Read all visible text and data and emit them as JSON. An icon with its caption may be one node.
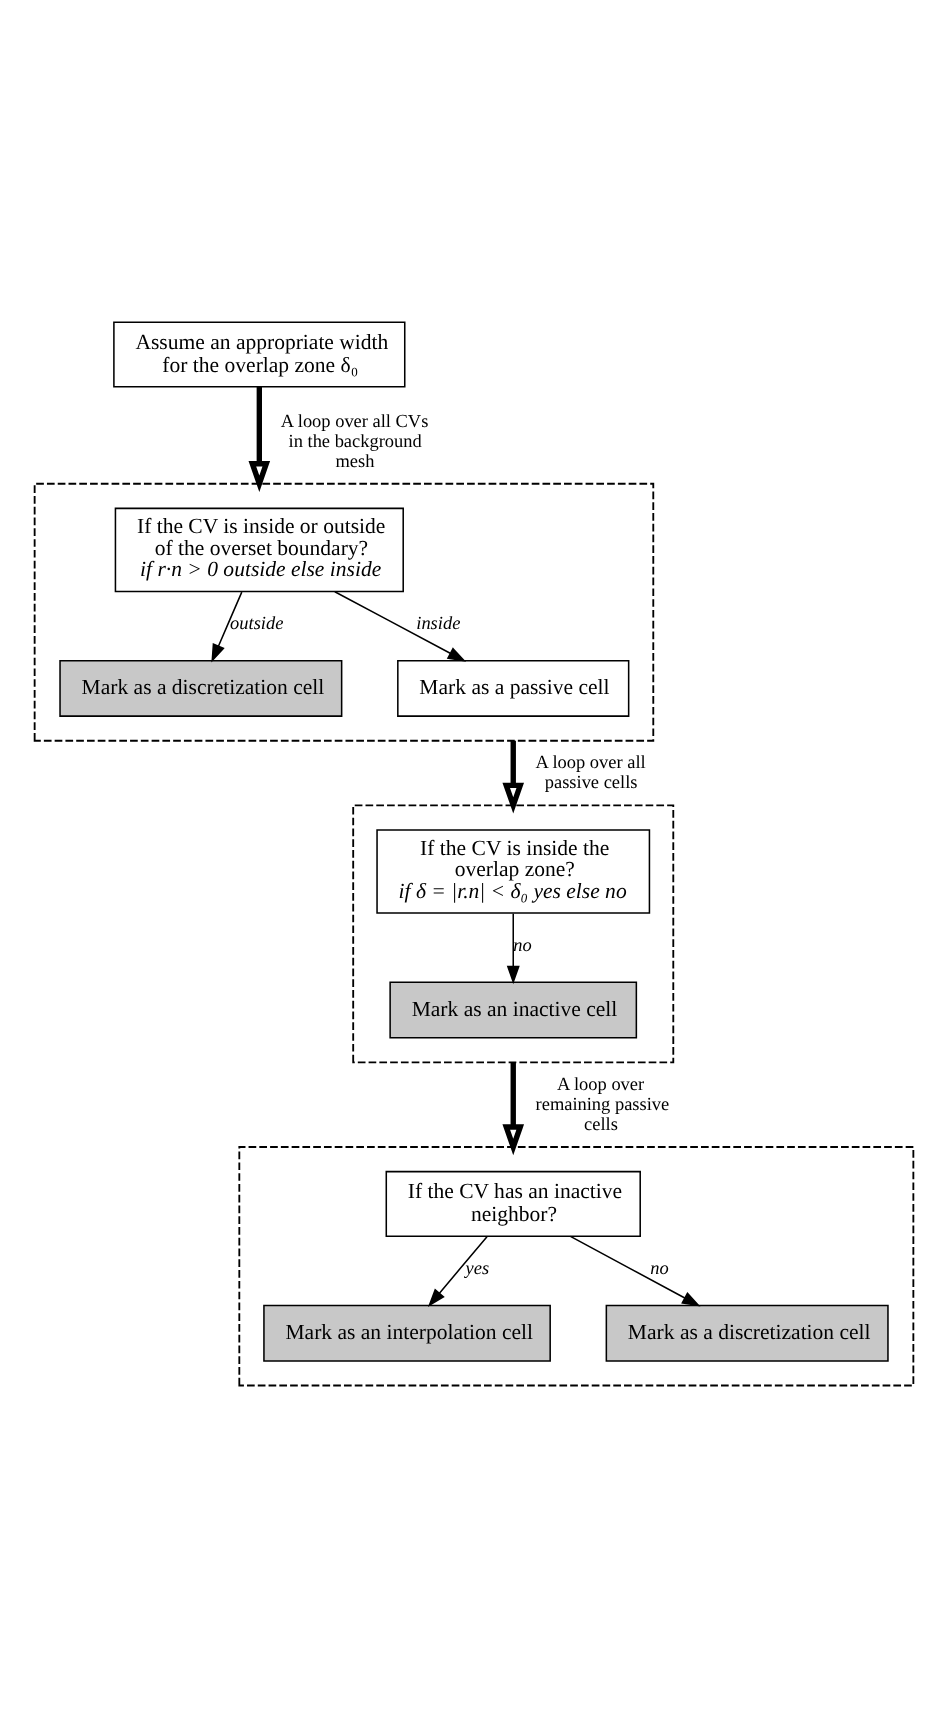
{
  "diagram": {
    "nodes": [
      {
        "text": [
          "Assume an appropriate width for the overlap zone δ₀"
        ]
      },
      {
        "text": [],
        "shape": "box"
      },
      {
        "text": [
          "If the CV is inside or outside of the overset boundary?",
          "if r·n > 0 outside else inside"
        ],
        "in": 1
      },
      {
        "text": [
          "Mark as a discretization cell"
        ],
        "in": 1
      },
      {
        "text": [
          "Mark as a passive cell"
        ],
        "in": 1
      },
      {
        "text": [],
        "shape": "box"
      },
      {
        "text": [
          "If the CV is inside the overlap zone?",
          "if δ = |r.n| < δ₀ yes else no"
        ],
        "in": 5
      },
      {
        "text": [
          "Mark as an inactive cell"
        ],
        "in": 5
      },
      {
        "text": [],
        "shape": "box"
      },
      {
        "text": [
          "If the CV has an inactive neighbor?"
        ],
        "in": 8
      },
      {
        "text": [
          "Mark as an interpolation cell"
        ],
        "in": 8
      },
      {
        "text": [
          "Mark as a discretization cell"
        ],
        "in": 8
      }
    ],
    "edges": [
      {
        "from": 0,
        "to": 1,
        "arrow": "to",
        "style": "thick",
        "label": "A loop over all CVs in the background mesh"
      },
      {
        "from": 2,
        "to": 3,
        "arrow": "to",
        "label": "outside"
      },
      {
        "from": 2,
        "to": 4,
        "arrow": "to",
        "label": "inside"
      },
      {
        "from": 1,
        "to": 5,
        "arrow": "to",
        "style": "thick",
        "label": "A loop over all passive cells"
      },
      {
        "from": 6,
        "to": 7,
        "arrow": "to",
        "label": "no"
      },
      {
        "from": 5,
        "to": 8,
        "arrow": "to",
        "style": "thick",
        "label": "A loop over remaining passive cells"
      },
      {
        "from": 9,
        "to": 10,
        "arrow": "to",
        "label": "yes"
      },
      {
        "from": 9,
        "to": 11,
        "arrow": "to",
        "label": "no"
      }
    ]
  }
}
